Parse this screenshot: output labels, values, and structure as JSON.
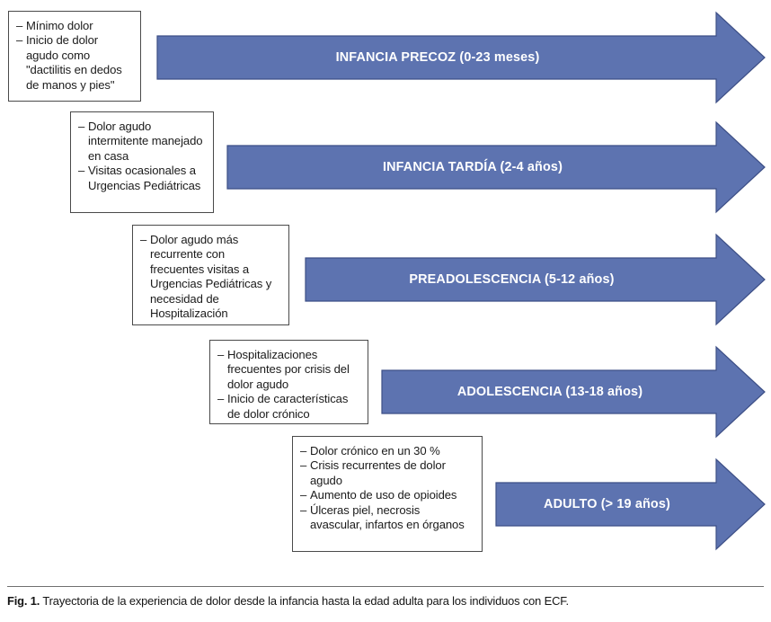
{
  "figure": {
    "caption_label": "Fig. 1.",
    "caption_text": "Trayectoria de la experiencia de dolor desde la infancia hasta la edad adulta para los individuos con ECF.",
    "arrow_color": "#5d73b0",
    "arrow_border_color": "#3d4f86",
    "box_border_color": "#4a4a4a",
    "text_color": "#1b1b1b"
  },
  "stages": [
    {
      "arrow_label": "INFANCIA PRECOZ (0-23 meses)",
      "bullets": [
        "Mínimo dolor",
        "Inicio de dolor agudo como \"dactilitis en dedos de manos y pies\""
      ]
    },
    {
      "arrow_label": "INFANCIA TARDÍA (2-4 años)",
      "bullets": [
        "Dolor agudo intermitente manejado en casa",
        "Visitas ocasionales a Urgencias Pediátricas"
      ]
    },
    {
      "arrow_label": "PREADOLESCENCIA (5-12 años)",
      "bullets": [
        "Dolor agudo más recurrente con frecuentes visitas a Urgencias Pediátricas y necesidad de Hospitalización"
      ]
    },
    {
      "arrow_label": "ADOLESCENCIA (13-18 años)",
      "bullets": [
        "Hospitalizaciones frecuentes por crisis del dolor agudo",
        "Inicio de características de dolor crónico"
      ]
    },
    {
      "arrow_label": "ADULTO (> 19 años)",
      "bullets": [
        "Dolor crónico en un 30 %",
        "Crisis recurrentes de dolor agudo",
        "Aumento de uso de opioides",
        "Úlceras piel, necrosis avascular, infartos en órganos"
      ]
    }
  ]
}
